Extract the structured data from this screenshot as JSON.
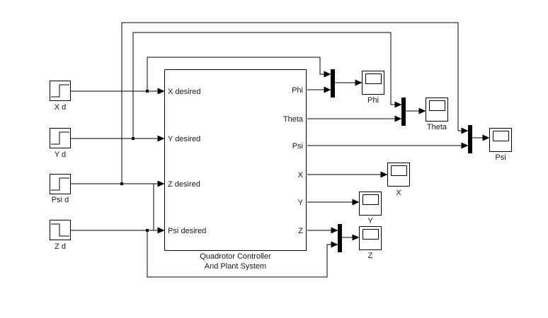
{
  "diagram": {
    "colors": {
      "background": "#ffffff",
      "wire": "#000000",
      "block_border": "#000000",
      "mux_fill": "#000000",
      "text": "#16161d"
    },
    "sources": [
      {
        "label": "X d",
        "icon": "step-up-icon"
      },
      {
        "label": "Y d",
        "icon": "step-up-icon"
      },
      {
        "label": "Psi d",
        "icon": "step-up-icon"
      },
      {
        "label": "Z d",
        "icon": "step-down-icon"
      }
    ],
    "subsystem": {
      "caption_line1": "Quadrotor Controller",
      "caption_line2": "And Plant System",
      "inputs": [
        "X desired",
        "Y desired",
        "Z desired",
        "Psi desired"
      ],
      "outputs": [
        "Phi",
        "Theta",
        "Psi",
        "X",
        "Y",
        "Z"
      ]
    },
    "scopes": [
      "Phi",
      "Theta",
      "Psi",
      "X",
      "Y",
      "Z"
    ]
  }
}
